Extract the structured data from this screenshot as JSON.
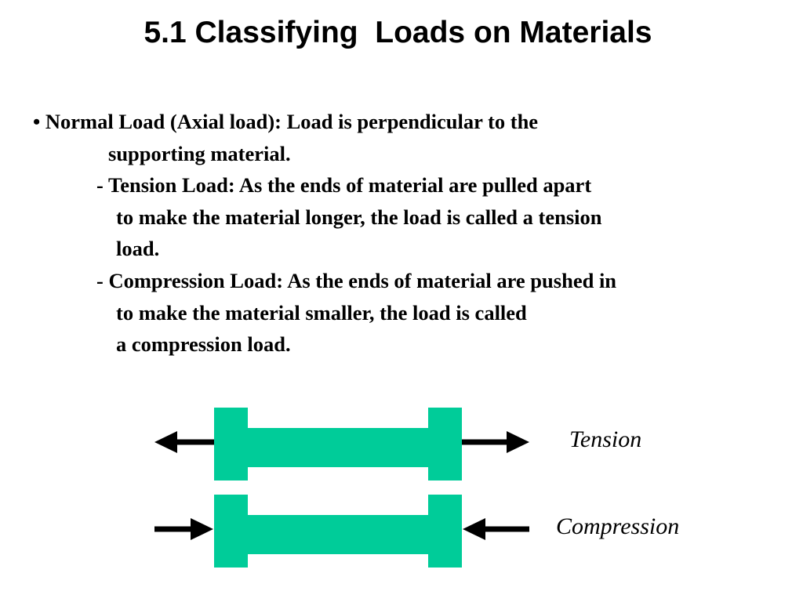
{
  "slide": {
    "title": "5.1 Classifying  Loads on Materials",
    "body_lines": [
      "• Normal Load (Axial load):  Load is perpendicular to the",
      "supporting material.",
      "- Tension Load:  As the ends of material are pulled apart",
      "to make the material longer, the load is called a tension",
      "load.",
      "- Compression Load:  As the ends of material are pushed in",
      "to make the material smaller, the load is called",
      "a compression load."
    ]
  },
  "diagram": {
    "tension_label": "Tension",
    "compression_label": "Compression",
    "bar_color": "#00CC99",
    "arrow_color": "#000000"
  }
}
